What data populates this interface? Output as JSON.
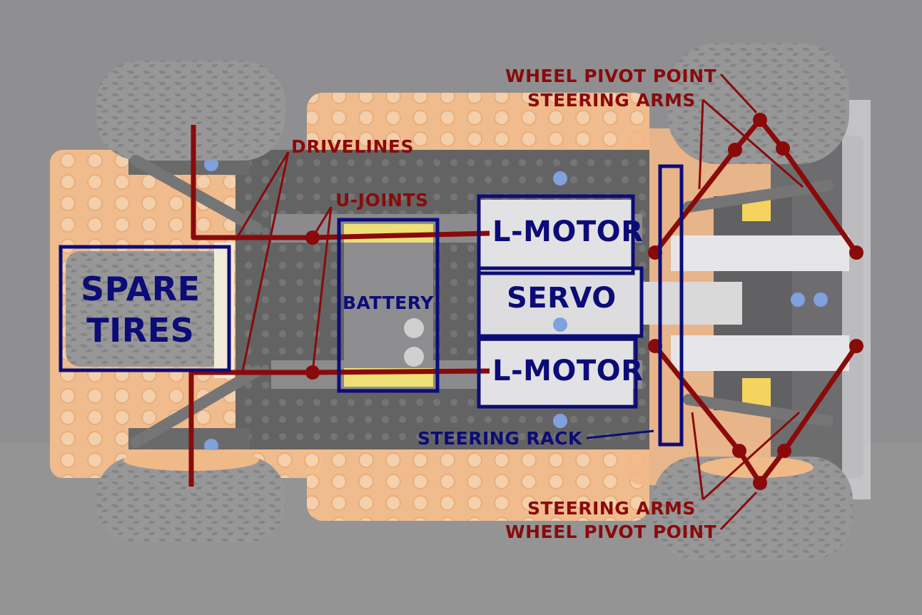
{
  "labels": {
    "drivelines": "DRIVELINES",
    "u_joints": "U-JOINTS",
    "spare_tires_line1": "SPARE",
    "spare_tires_line2": "TIRES",
    "battery": "BATTERY",
    "l_motor_top": "L-MOTOR",
    "servo": "SERVO",
    "l_motor_bottom": "L-MOTOR",
    "steering_rack": "STEERING RACK",
    "wheel_pivot_point_top": "WHEEL PIVOT POINT",
    "steering_arms_top": "STEERING ARMS",
    "steering_arms_bottom": "STEERING ARMS",
    "wheel_pivot_point_bottom": "WHEEL PIVOT POINT"
  },
  "colors": {
    "annotation_red": "#8a0a0a",
    "annotation_blue": "#0c0c78",
    "vehicle_orange": "#f3a862",
    "background_gray": "#5e5e62"
  }
}
